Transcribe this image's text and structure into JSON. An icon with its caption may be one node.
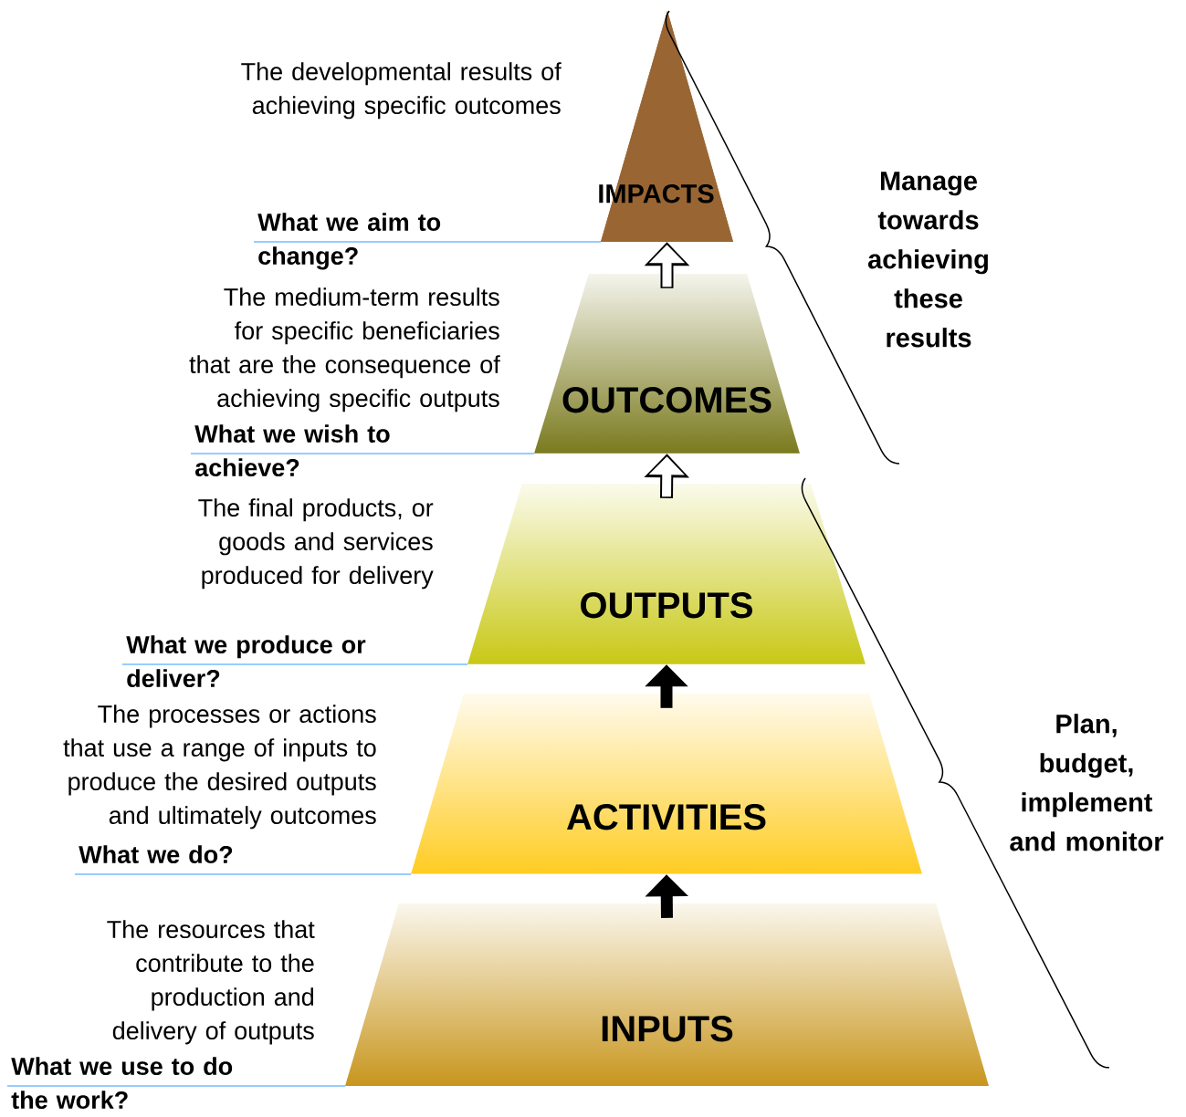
{
  "diagram": {
    "nodes": [
      {
        "text": [
          "IMPACTS"
        ],
        "beside": [
          "The developmental results of achieving specific outcomes",
          "What we aim to change?"
        ]
      },
      {
        "text": [
          "OUTCOMES"
        ],
        "beside": [
          "The medium-term results for specific beneficiaries that are the consequence of achieving specific outputs",
          "What we wish to achieve?"
        ]
      },
      {
        "text": [
          "OUTPUTS"
        ],
        "beside": [
          "The final products, or goods and services produced for delivery",
          "What we produce or deliver?"
        ]
      },
      {
        "text": [
          "ACTIVITIES"
        ],
        "beside": [
          "The processes or actions that use a range of inputs to produce the desired outputs and ultimately outcomes",
          "What we do?"
        ]
      },
      {
        "text": [
          "INPUTS"
        ],
        "beside": [
          "The resources that contribute to the production and delivery of outputs",
          "What we use to do the work?"
        ]
      }
    ],
    "edges": [
      {
        "from": 4,
        "to": 3,
        "arrow": "to"
      },
      {
        "from": 3,
        "to": 2,
        "arrow": "to"
      },
      {
        "from": 2,
        "to": 1,
        "arrow": "to",
        "color": "#ffffff"
      },
      {
        "from": 1,
        "to": 0,
        "arrow": "to",
        "color": "#ffffff"
      }
    ],
    "labels": [
      "Manage towards achieving these results",
      "Plan, budget, implement and monitor"
    ]
  }
}
